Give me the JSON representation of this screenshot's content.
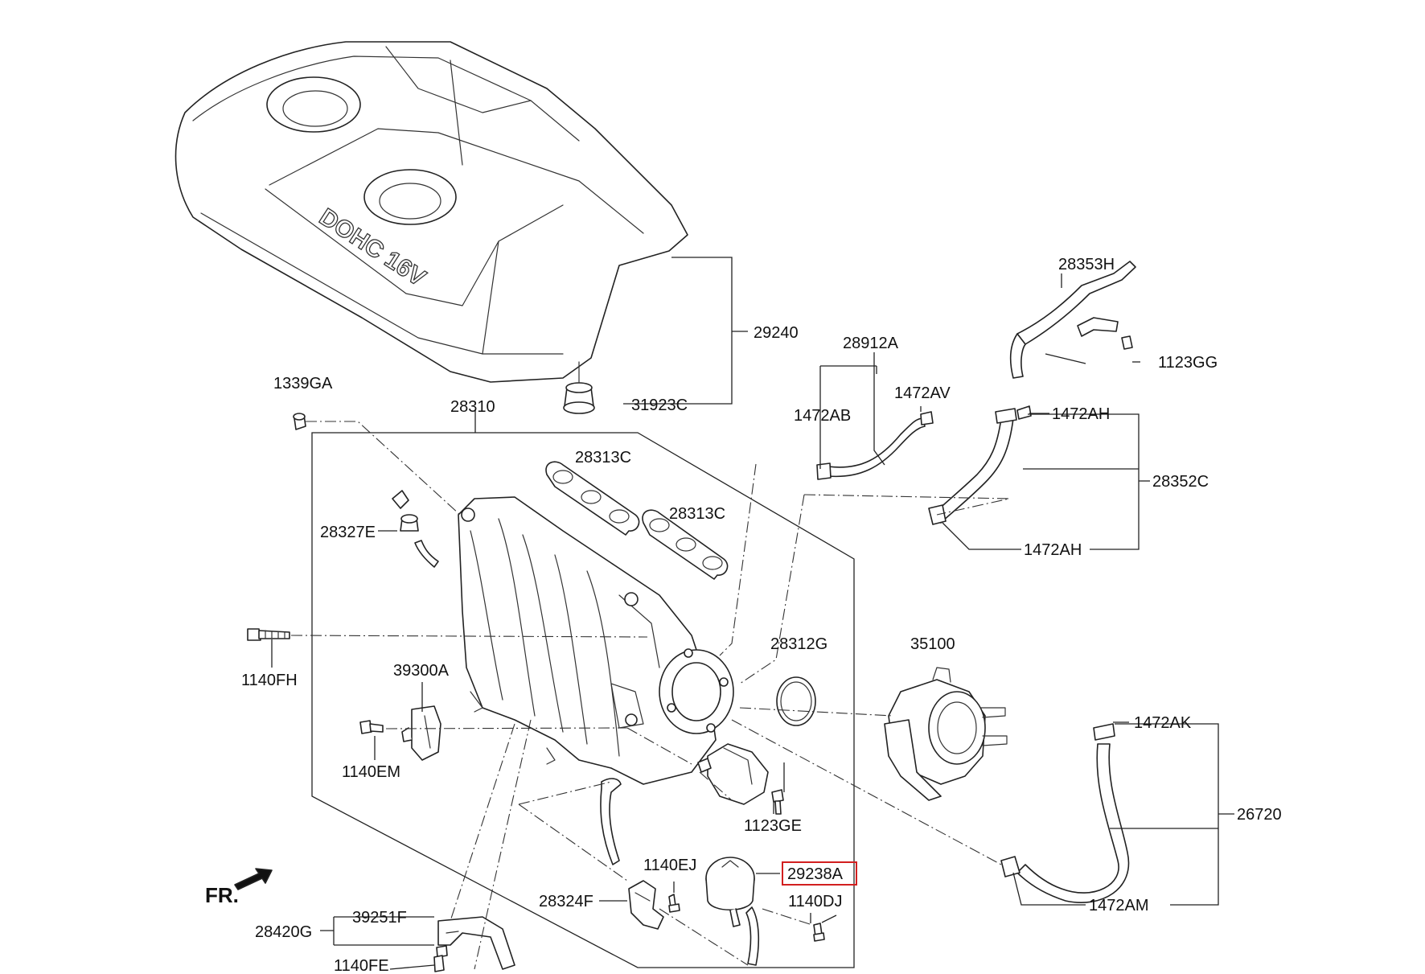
{
  "labels": {
    "p29240": "29240",
    "p31923C": "31923C",
    "p28912A": "28912A",
    "p1472AB": "1472AB",
    "p1472AV": "1472AV",
    "p28353H": "28353H",
    "p1123GG": "1123GG",
    "p1472AH_top": "1472AH",
    "p28352C": "28352C",
    "p1472AH_bottom": "1472AH",
    "p1339GA": "1339GA",
    "p28310": "28310",
    "p28313C_a": "28313C",
    "p28313C_b": "28313C",
    "p28327E": "28327E",
    "p1140FH": "1140FH",
    "p39300A": "39300A",
    "p1140EM": "1140EM",
    "p28312G": "28312G",
    "p35100": "35100",
    "p1472AK": "1472AK",
    "p26720": "26720",
    "p1123GE": "1123GE",
    "p1140EJ": "1140EJ",
    "p29238A": "29238A",
    "p28324F": "28324F",
    "p1140DJ": "1140DJ",
    "p1472AM": "1472AM",
    "p39251F": "39251F",
    "p28420G": "28420G",
    "p1140FE": "1140FE"
  },
  "emblem": "DOHC 16V",
  "direction": "FR.",
  "highlight": {
    "part": "29238A",
    "color": "#d21f1f"
  }
}
